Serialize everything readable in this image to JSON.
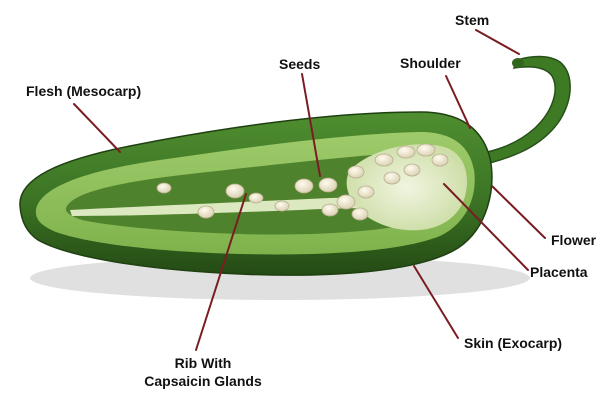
{
  "labels": {
    "stem": "Stem",
    "seeds": "Seeds",
    "shoulder": "Shoulder",
    "flesh": "Flesh (Mesocarp)",
    "flower": "Flower",
    "placenta": "Placenta",
    "skin": "Skin (Exocarp)",
    "rib_line1": "Rib With",
    "rib_line2": "Capsaicin Glands"
  },
  "colors": {
    "leader_line": "#7a1d22",
    "skin": "#3f7a26",
    "skin_dark": "#274f16",
    "flesh": "#8fbf5a",
    "cavity": "#4d7e2c",
    "placenta": "#dfeac4",
    "seed": "#efe7cf"
  }
}
